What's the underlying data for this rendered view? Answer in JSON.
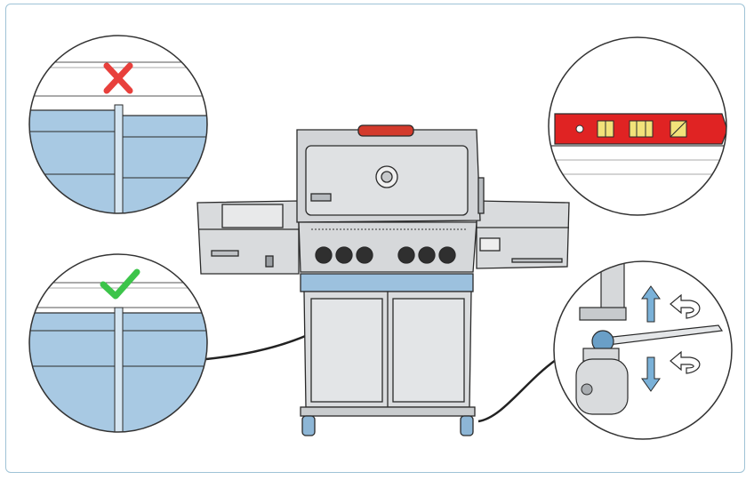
{
  "colors": {
    "frame": "#9fc3d6",
    "outline": "#2a2a2a",
    "metal": "#d4d6d8",
    "metal_dark": "#a9adb1",
    "panel_blue": "#a8c9e3",
    "panel_blue_dark": "#7ea6c6",
    "red_x": "#e8403c",
    "green_check": "#3cc44a",
    "level_red": "#e02323",
    "level_vial": "#f2e27a",
    "arrow_blue": "#7ab1d8",
    "cable": "#222222"
  },
  "icons": {
    "incorrect": "x-mark-icon",
    "correct": "check-mark-icon",
    "up": "arrow-up-icon",
    "down": "arrow-down-icon",
    "turn_ccw": "rotate-counterclockwise-icon",
    "turn_cw": "rotate-clockwise-icon"
  },
  "callouts": [
    {
      "name": "misaligned-lid-detail",
      "status": "incorrect"
    },
    {
      "name": "aligned-lid-detail",
      "status": "correct"
    },
    {
      "name": "spirit-level-detail",
      "status": "info"
    },
    {
      "name": "caster-leveling-detail",
      "status": "info"
    }
  ]
}
